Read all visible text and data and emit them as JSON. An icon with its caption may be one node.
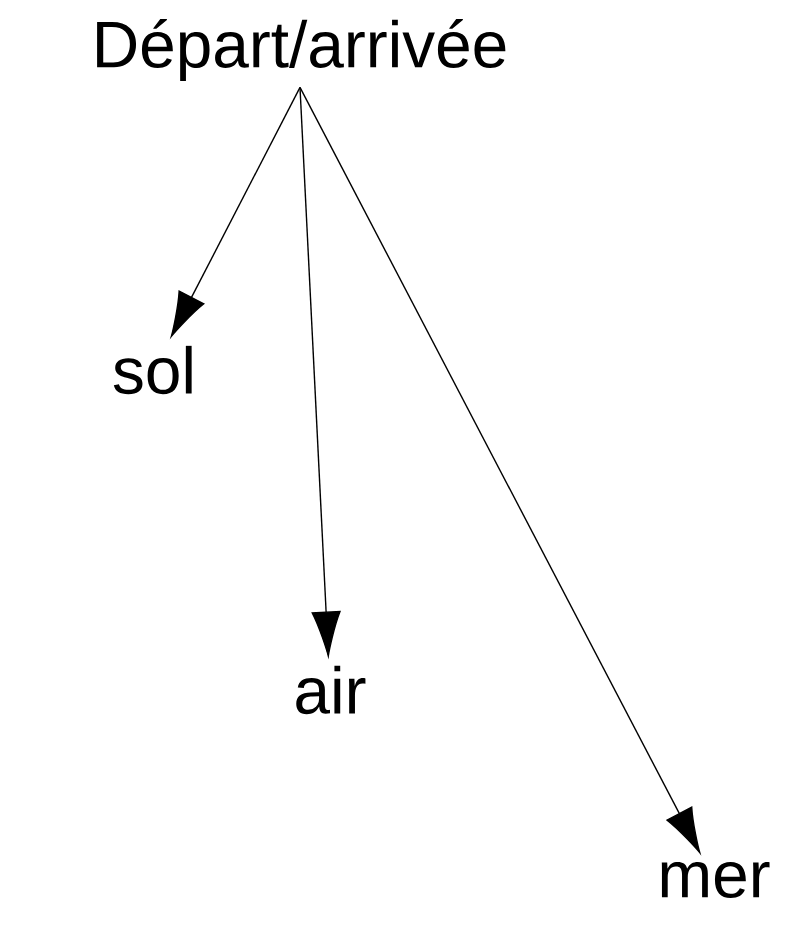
{
  "diagram": {
    "nodes": [
      {
        "text": [
          "Départ/arrivée"
        ]
      },
      {
        "text": [
          "sol"
        ]
      },
      {
        "text": [
          "air"
        ]
      },
      {
        "text": [
          "mer"
        ]
      }
    ],
    "edges": [
      {
        "from": 0,
        "to": 1,
        "arrow": "to"
      },
      {
        "from": 0,
        "to": 2,
        "arrow": "to"
      },
      {
        "from": 0,
        "to": 3,
        "arrow": "to"
      }
    ]
  }
}
